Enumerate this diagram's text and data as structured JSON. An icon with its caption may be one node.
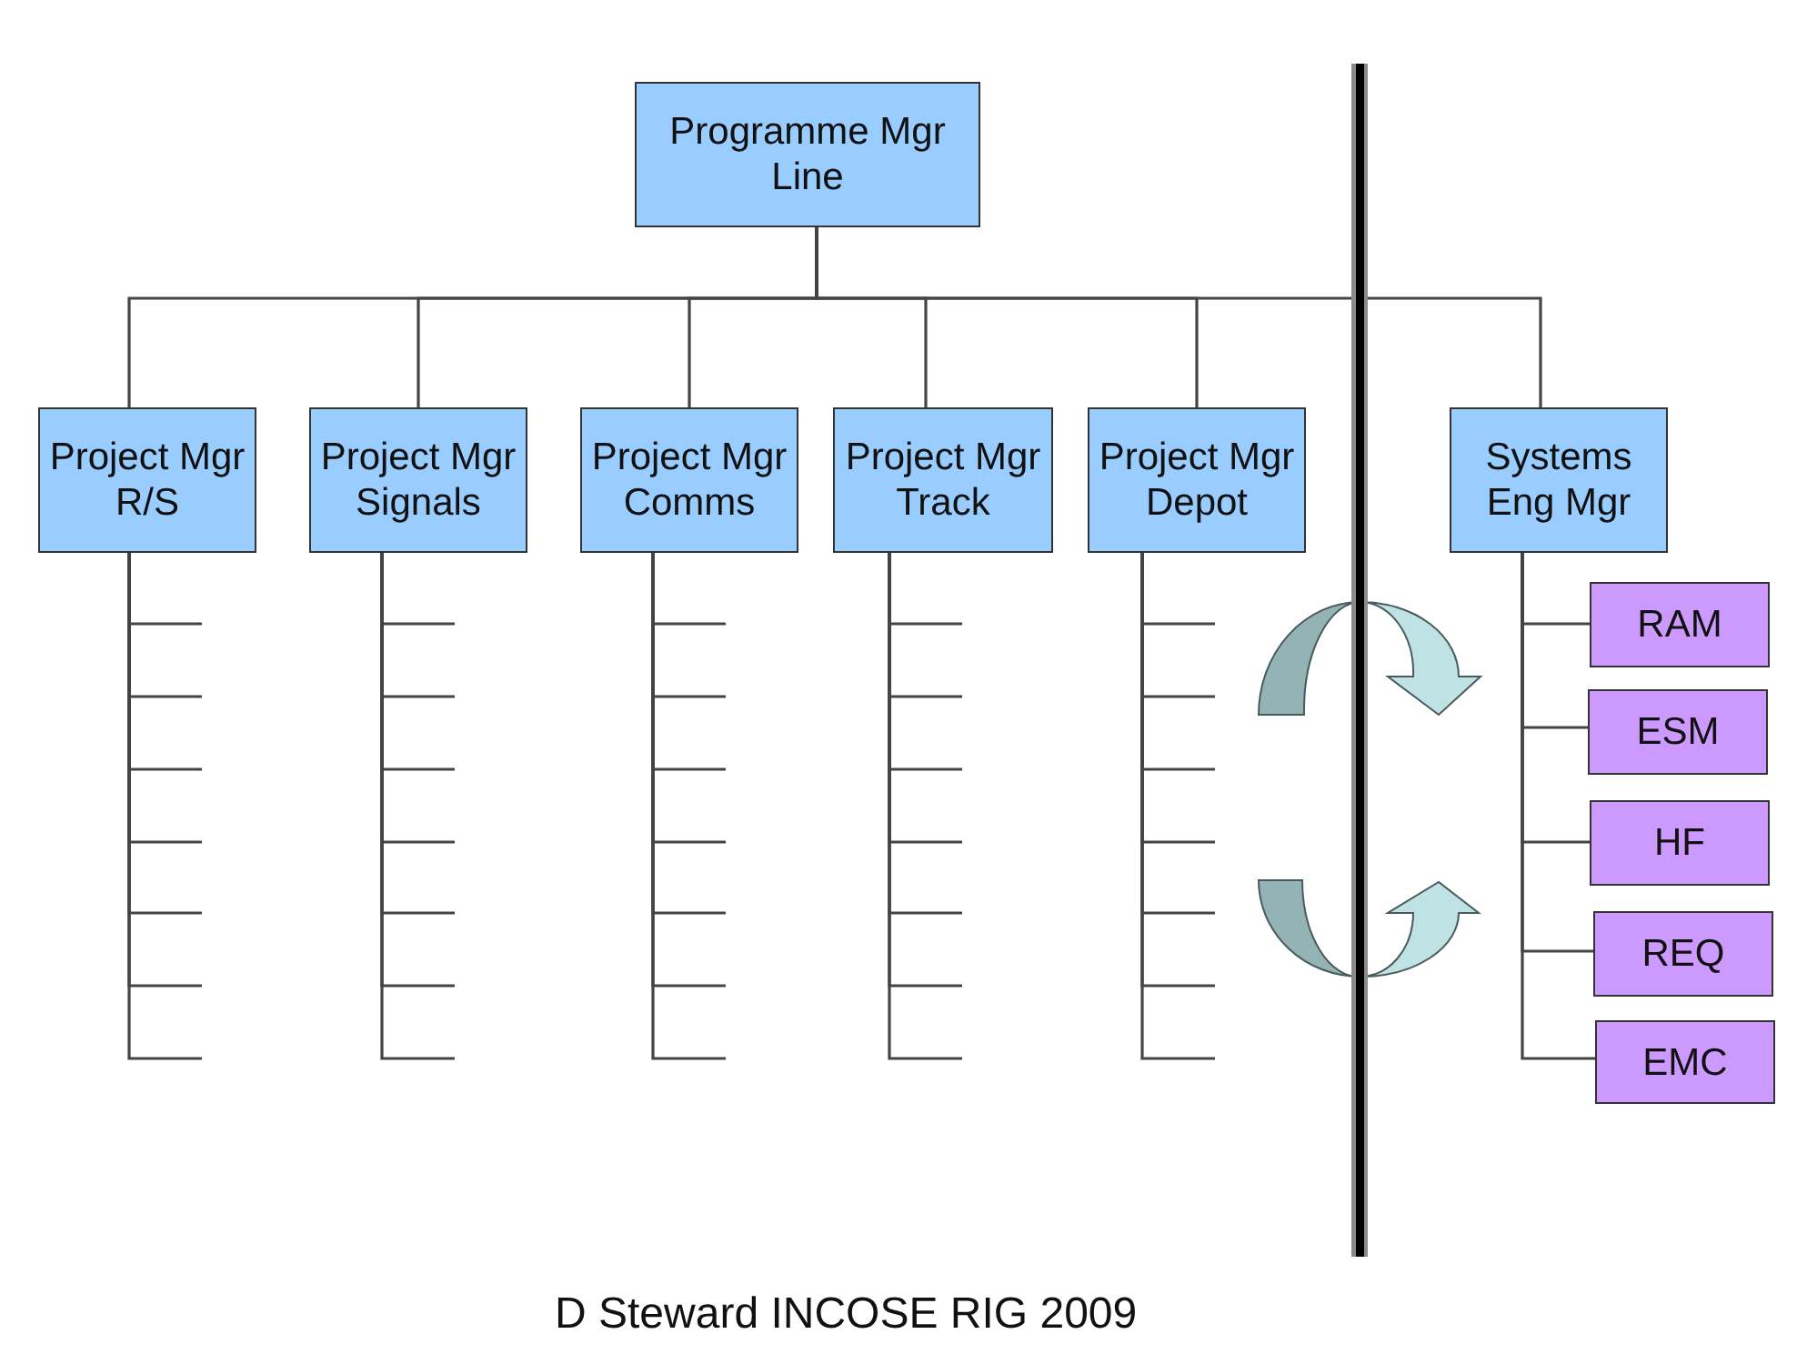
{
  "diagram": {
    "caption": "D Steward INCOSE RIG 2009",
    "nodes": [
      {
        "text": [
          "Programme Mgr Line"
        ]
      },
      {
        "text": [
          "Project Mgr R/S"
        ]
      },
      {
        "text": [
          "Project Mgr Signals"
        ]
      },
      {
        "text": [
          "Project Mgr Comms"
        ]
      },
      {
        "text": [
          "Project Mgr Track"
        ]
      },
      {
        "text": [
          "Project Mgr Depot"
        ]
      },
      {
        "text": [
          "Systems Eng Mgr"
        ]
      },
      {
        "text": [
          "RAM"
        ]
      },
      {
        "text": [
          "ESM"
        ]
      },
      {
        "text": [
          "HF"
        ]
      },
      {
        "text": [
          "REQ"
        ]
      },
      {
        "text": [
          "EMC"
        ]
      }
    ],
    "edges": [
      {
        "from": 0,
        "to": 1,
        "arrow": "none"
      },
      {
        "from": 0,
        "to": 2,
        "arrow": "none"
      },
      {
        "from": 0,
        "to": 3,
        "arrow": "none"
      },
      {
        "from": 0,
        "to": 4,
        "arrow": "none"
      },
      {
        "from": 0,
        "to": 5,
        "arrow": "none"
      },
      {
        "from": 0,
        "to": 6,
        "arrow": "none"
      },
      {
        "from": 6,
        "to": 7,
        "arrow": "none"
      },
      {
        "from": 6,
        "to": 8,
        "arrow": "none"
      },
      {
        "from": 6,
        "to": 9,
        "arrow": "none"
      },
      {
        "from": 6,
        "to": 10,
        "arrow": "none"
      },
      {
        "from": 6,
        "to": 11,
        "arrow": "none"
      },
      {
        "from": 1,
        "to": null,
        "arrow": "none"
      },
      {
        "from": 1,
        "to": null,
        "arrow": "none"
      },
      {
        "from": 1,
        "to": null,
        "arrow": "none"
      },
      {
        "from": 1,
        "to": null,
        "arrow": "none"
      },
      {
        "from": 1,
        "to": null,
        "arrow": "none"
      },
      {
        "from": 1,
        "to": null,
        "arrow": "none"
      },
      {
        "from": 1,
        "to": null,
        "arrow": "none"
      },
      {
        "from": 2,
        "to": null,
        "arrow": "none"
      },
      {
        "from": 2,
        "to": null,
        "arrow": "none"
      },
      {
        "from": 2,
        "to": null,
        "arrow": "none"
      },
      {
        "from": 2,
        "to": null,
        "arrow": "none"
      },
      {
        "from": 2,
        "to": null,
        "arrow": "none"
      },
      {
        "from": 2,
        "to": null,
        "arrow": "none"
      },
      {
        "from": 2,
        "to": null,
        "arrow": "none"
      },
      {
        "from": 3,
        "to": null,
        "arrow": "none"
      },
      {
        "from": 3,
        "to": null,
        "arrow": "none"
      },
      {
        "from": 3,
        "to": null,
        "arrow": "none"
      },
      {
        "from": 3,
        "to": null,
        "arrow": "none"
      },
      {
        "from": 3,
        "to": null,
        "arrow": "none"
      },
      {
        "from": 3,
        "to": null,
        "arrow": "none"
      },
      {
        "from": 3,
        "to": null,
        "arrow": "none"
      },
      {
        "from": 4,
        "to": null,
        "arrow": "none"
      },
      {
        "from": 4,
        "to": null,
        "arrow": "none"
      },
      {
        "from": 4,
        "to": null,
        "arrow": "none"
      },
      {
        "from": 4,
        "to": null,
        "arrow": "none"
      },
      {
        "from": 4,
        "to": null,
        "arrow": "none"
      },
      {
        "from": 4,
        "to": null,
        "arrow": "none"
      },
      {
        "from": 4,
        "to": null,
        "arrow": "none"
      },
      {
        "from": 5,
        "to": null,
        "arrow": "none"
      },
      {
        "from": 5,
        "to": null,
        "arrow": "none"
      },
      {
        "from": 5,
        "to": null,
        "arrow": "none"
      },
      {
        "from": 5,
        "to": null,
        "arrow": "none"
      },
      {
        "from": 5,
        "to": null,
        "arrow": "none"
      },
      {
        "from": 5,
        "to": null,
        "arrow": "none"
      },
      {
        "from": 5,
        "to": null,
        "arrow": "none"
      }
    ]
  }
}
